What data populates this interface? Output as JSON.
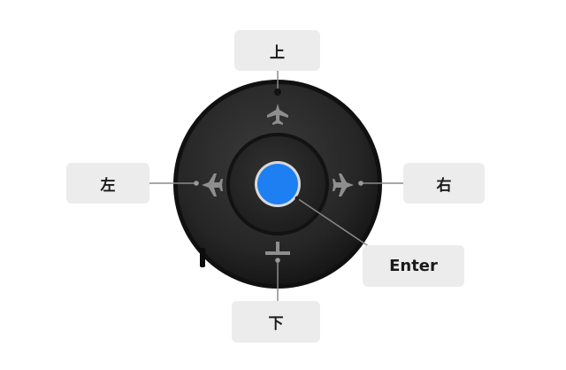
{
  "labels": {
    "up": "上",
    "left": "左",
    "right": "右",
    "down": "下",
    "enter": "Enter"
  },
  "icons": {
    "up": "airplane-up-icon",
    "left": "airplane-left-icon",
    "right": "airplane-right-icon",
    "down": "runway-down-icon"
  },
  "colors": {
    "enter_button": "#1e7ff2",
    "device_body": "#2a2a2a",
    "label_background": "#ececec",
    "connector_line": "#8a8a8a"
  }
}
